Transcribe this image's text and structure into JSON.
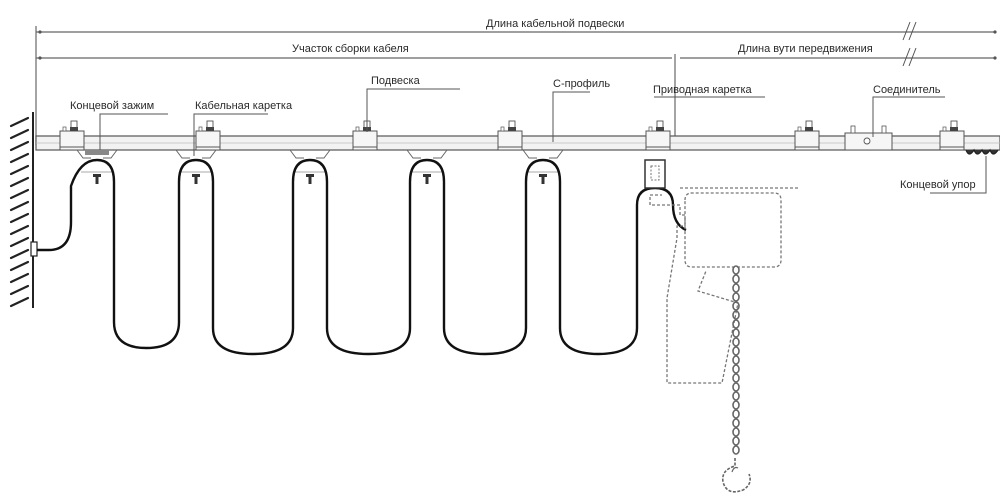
{
  "diagram": {
    "title": "Кабельная подвеска — схема",
    "dimensions": {
      "total_length": "Длина кабельной подвески",
      "assembly_section": "Участок сборки кабеля",
      "travel_length": "Длина вути передвижения"
    },
    "labels": {
      "end_clamp": "Концевой зажим",
      "cable_trolley": "Кабельная каретка",
      "suspension": "Подвеска",
      "c_profile": "С-профиль",
      "drive_trolley": "Приводная каретка",
      "connector": "Соединитель",
      "end_stop": "Концевой упор"
    },
    "colors": {
      "cable": "#111111",
      "rail": "#f2f2f2",
      "outline": "#555555",
      "hoist_dashed": "#777777"
    },
    "cable_loops": 5,
    "hanger_icon": "suspension-bracket-icon",
    "hoist_icon": "chain-hoist-icon"
  }
}
